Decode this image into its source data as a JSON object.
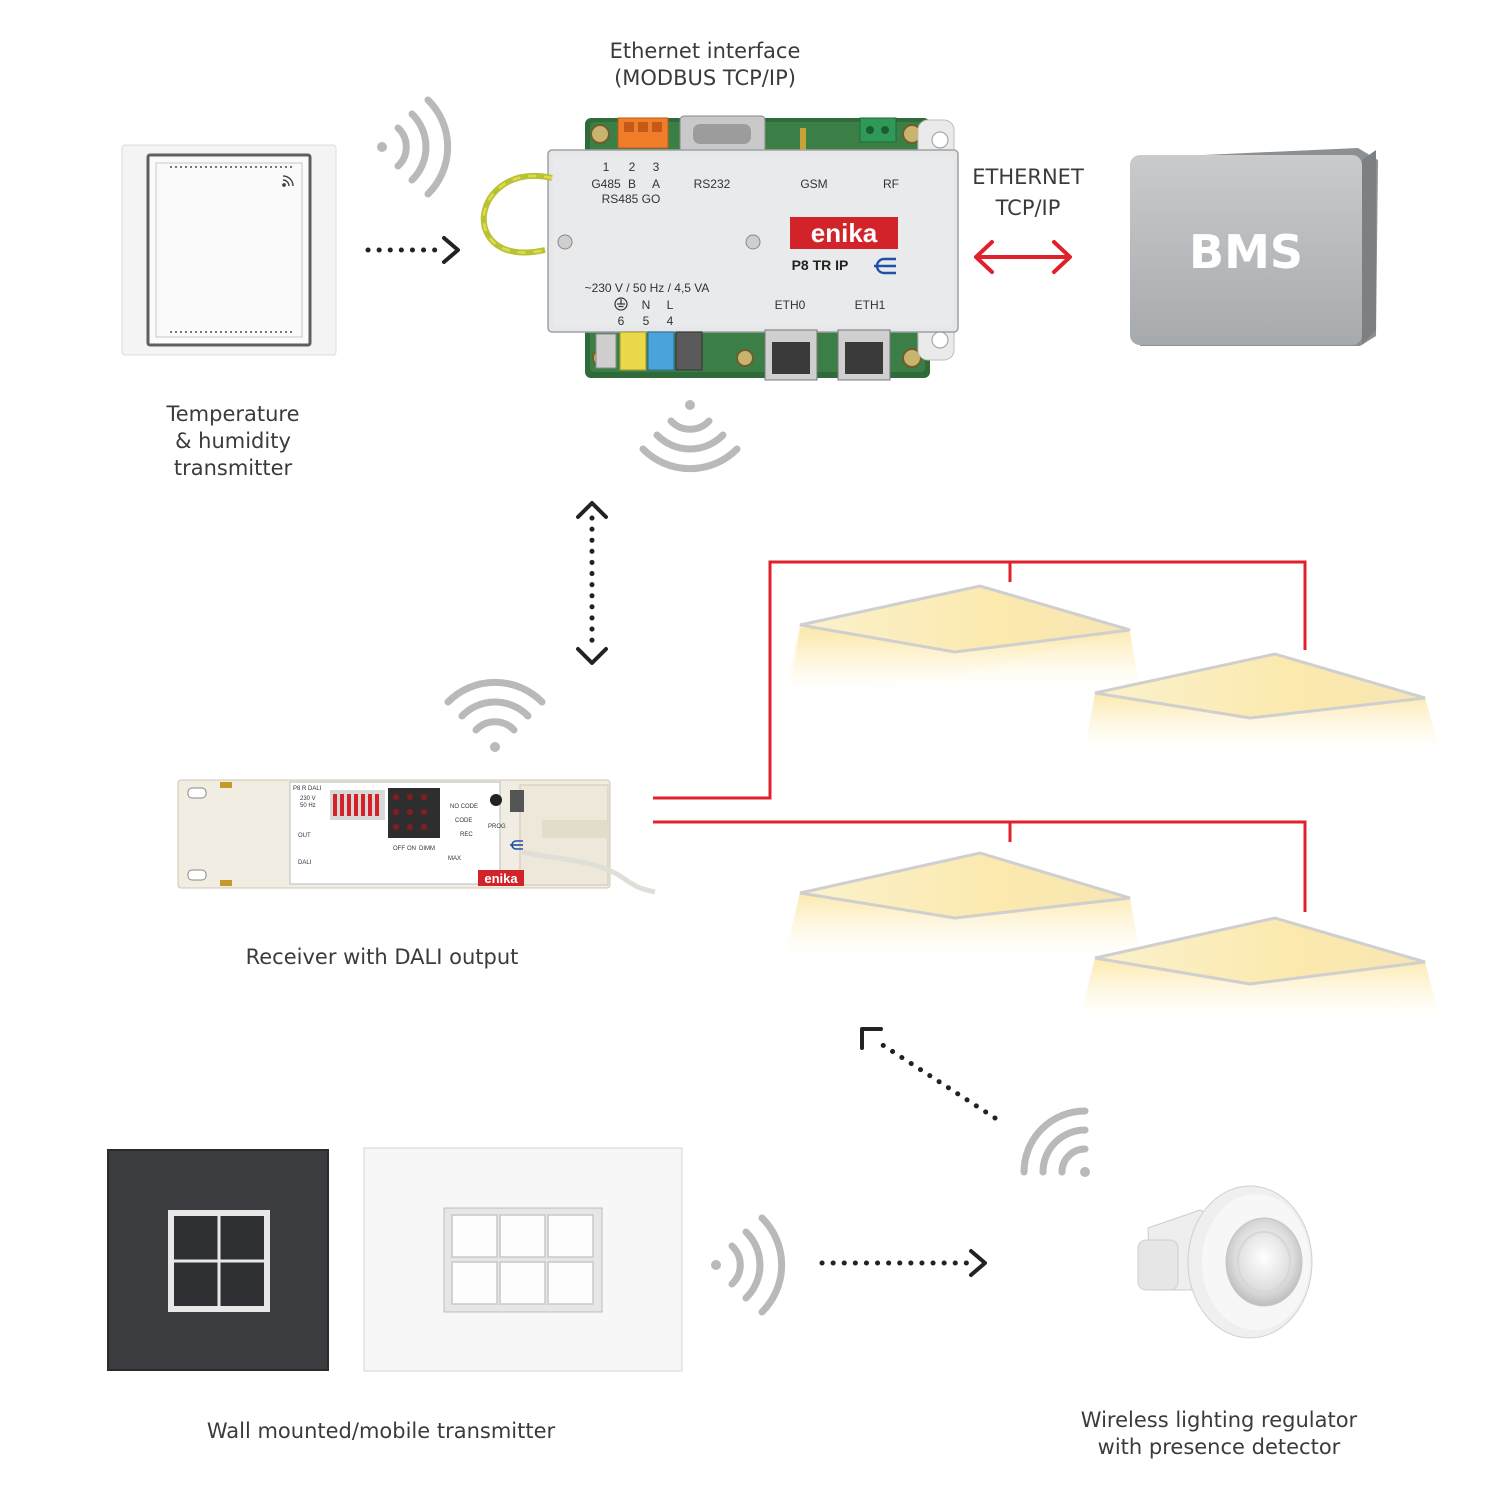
{
  "labels": {
    "ethernet_interface_line1": "Ethernet interface",
    "ethernet_interface_line2": "(MODBUS TCP/IP)",
    "ethernet_link_line1": "ETHERNET",
    "ethernet_link_line2": "TCP/IP",
    "bms": "BMS",
    "temp_line1": "Temperature",
    "temp_line2": "& humidity",
    "temp_line3": "transmitter",
    "receiver": "Receiver with DALI output",
    "wall_transmitter": "Wall mounted/mobile transmitter",
    "regulator_line1": "Wireless lighting regulator",
    "regulator_line2": "with presence detector"
  },
  "device": {
    "brand": "enika",
    "model": "P8 TR IP",
    "supply": "~230 V / 50 Hz / 4,5 VA",
    "pins_top": [
      "1",
      "2",
      "3"
    ],
    "pin_names_top": [
      "G485",
      "B",
      "A"
    ],
    "rs485_go": "RS485 GO",
    "rs232": "RS232",
    "gsm": "GSM",
    "rf": "RF",
    "pin_names_bottom": [
      "N",
      "L"
    ],
    "pins_bottom": [
      "6",
      "5",
      "4"
    ],
    "eth0": "ETH0",
    "eth1": "ETH1"
  },
  "receiver_device": {
    "brand": "enika",
    "model": "P8 R DALI",
    "voltage_line1": "230 V",
    "voltage_line2": "50 Hz",
    "prog": "PROG",
    "no_code": "NO CODE",
    "code": "CODE",
    "rec": "REC",
    "off": "OFF",
    "on": "ON",
    "dimm": "DIMM",
    "out": "OUT",
    "dali": "DALI",
    "max": "MAX"
  },
  "colors": {
    "wire_red": "#e0202a",
    "arrow_dark": "#222222",
    "signal_gray": "#b9b9b9",
    "bms_box": "#a4a7aa",
    "brand_red": "#d2232a"
  }
}
